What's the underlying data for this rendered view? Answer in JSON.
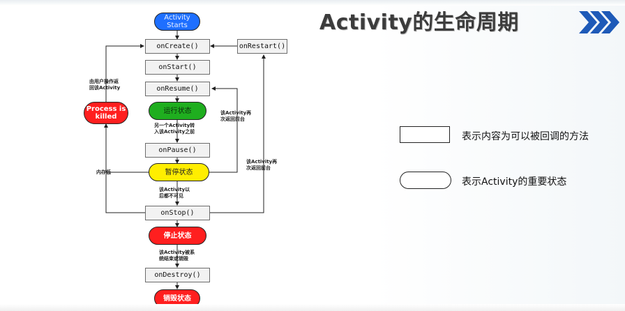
{
  "title": {
    "text": "Activity的生命周期"
  },
  "flow": {
    "activity_starts": "Activity\nStarts",
    "on_create": "onCreate()",
    "on_start": "onStart()",
    "on_resume": "onResume()",
    "running_state": "运行状态",
    "another_activity_label": "另一个Activity转\n入该Activity之前",
    "on_pause": "onPause()",
    "paused_state": "暂停状态",
    "invisible_label": "该Activity以\n后都不可见",
    "on_stop": "onStop()",
    "stopped_state": "停止状态",
    "finished_label": "该Activity被系\n统结束或销毁",
    "on_destroy": "onDestroy()",
    "destroyed_state": "销毁状态",
    "on_restart": "onRestart()",
    "process_killed": "Process is\nkilled",
    "user_returns_label": "由用户操作返\n回该Activity",
    "low_memory_label": "内存低",
    "back_to_front_label_1": "该Activity再\n次返回前台",
    "back_to_front_label_2": "该Activity再\n次返回前台"
  },
  "legend": {
    "rect_text": "表示内容为可以被回调的方法",
    "pill_text": "表示Activity的重要状态"
  },
  "colors": {
    "start": "#1e6fff",
    "running": "#1fae1f",
    "paused": "#ffee00",
    "stopped": "#ff1f1f",
    "destroyed": "#ff1f1f",
    "killed": "#ff1f1f",
    "title_chevron": "#1e5ab8"
  }
}
